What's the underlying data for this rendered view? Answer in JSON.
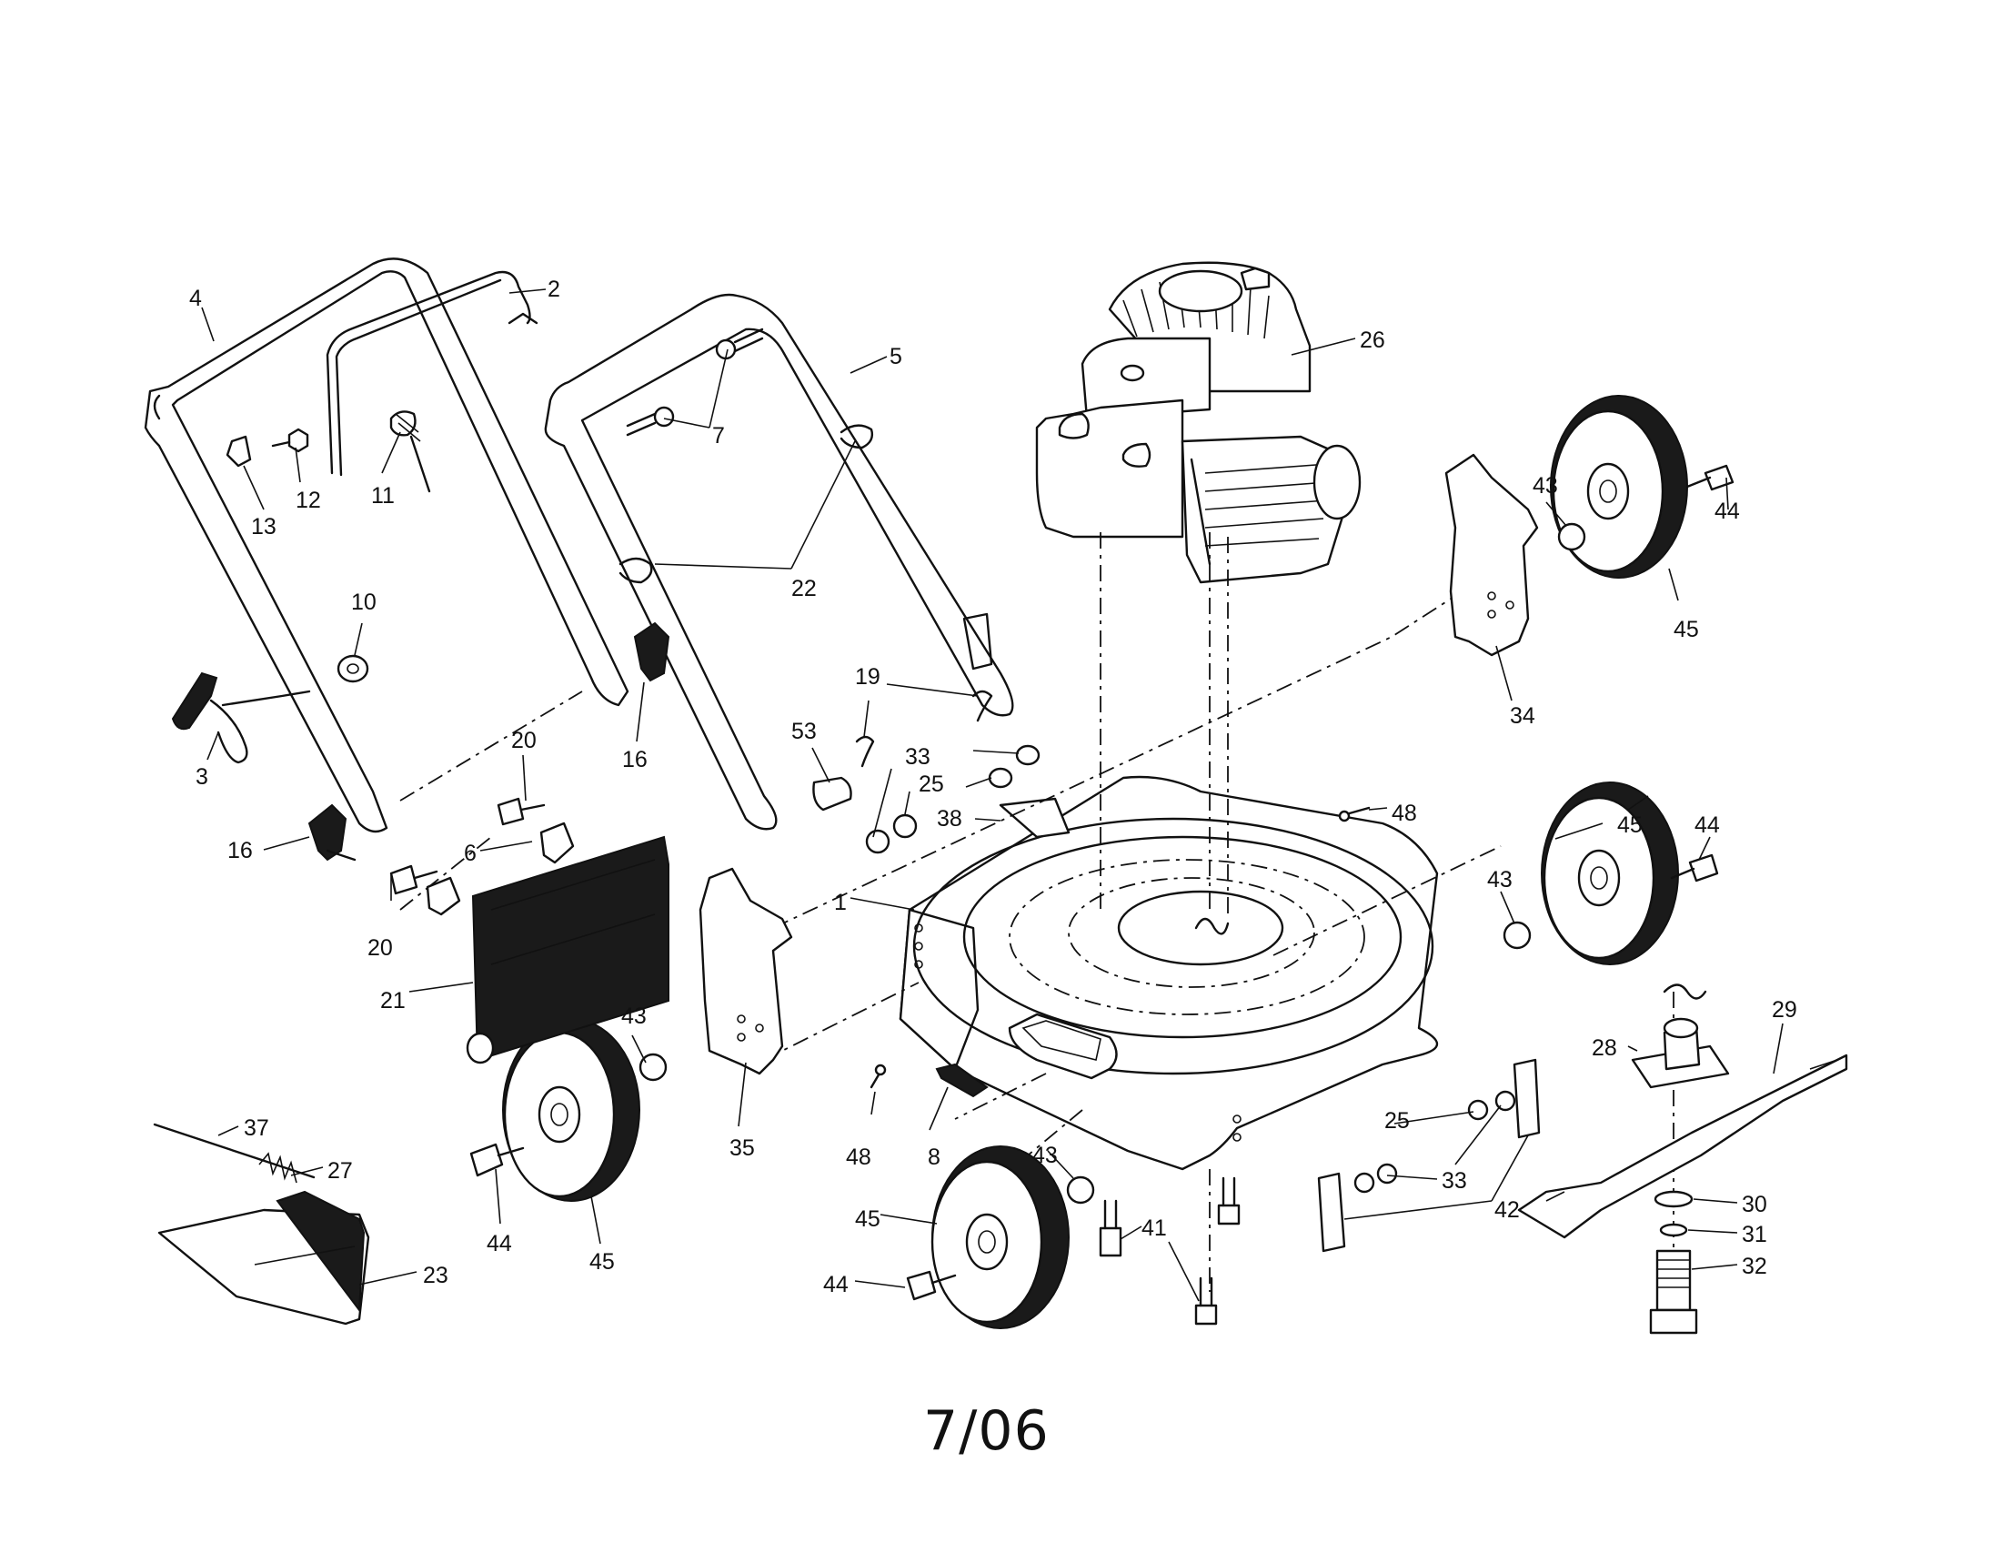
{
  "date_code": "7/06",
  "callouts": [
    {
      "id": "c4",
      "text": "4"
    },
    {
      "id": "c2",
      "text": "2"
    },
    {
      "id": "c5",
      "text": "5"
    },
    {
      "id": "c26",
      "text": "26"
    },
    {
      "id": "c7",
      "text": "7"
    },
    {
      "id": "c12",
      "text": "12"
    },
    {
      "id": "c11",
      "text": "11"
    },
    {
      "id": "c13",
      "text": "13"
    },
    {
      "id": "c22",
      "text": "22"
    },
    {
      "id": "c10",
      "text": "10"
    },
    {
      "id": "c3",
      "text": "3"
    },
    {
      "id": "c16a",
      "text": "16"
    },
    {
      "id": "c16b",
      "text": "16"
    },
    {
      "id": "c19",
      "text": "19"
    },
    {
      "id": "c20a",
      "text": "20"
    },
    {
      "id": "c20b",
      "text": "20"
    },
    {
      "id": "c53",
      "text": "53"
    },
    {
      "id": "c33a",
      "text": "33"
    },
    {
      "id": "c25a",
      "text": "25"
    },
    {
      "id": "c38",
      "text": "38"
    },
    {
      "id": "c48a",
      "text": "48"
    },
    {
      "id": "c6",
      "text": "6"
    },
    {
      "id": "c1",
      "text": "1"
    },
    {
      "id": "c21",
      "text": "21"
    },
    {
      "id": "c43a",
      "text": "43"
    },
    {
      "id": "c35",
      "text": "35"
    },
    {
      "id": "c48b",
      "text": "48"
    },
    {
      "id": "c8",
      "text": "8"
    },
    {
      "id": "c37",
      "text": "37"
    },
    {
      "id": "c27",
      "text": "27"
    },
    {
      "id": "c44a",
      "text": "44"
    },
    {
      "id": "c45a",
      "text": "45"
    },
    {
      "id": "c23",
      "text": "23"
    },
    {
      "id": "c43b",
      "text": "43"
    },
    {
      "id": "c45b",
      "text": "45"
    },
    {
      "id": "c44b",
      "text": "44"
    },
    {
      "id": "c41",
      "text": "41"
    },
    {
      "id": "c43c",
      "text": "43"
    },
    {
      "id": "c44c",
      "text": "44"
    },
    {
      "id": "c45c",
      "text": "45"
    },
    {
      "id": "c34",
      "text": "34"
    },
    {
      "id": "c43d",
      "text": "43"
    },
    {
      "id": "c45d",
      "text": "45"
    },
    {
      "id": "c44d",
      "text": "44"
    },
    {
      "id": "c25b",
      "text": "25"
    },
    {
      "id": "c33b",
      "text": "33"
    },
    {
      "id": "c42",
      "text": "42"
    },
    {
      "id": "c28",
      "text": "28"
    },
    {
      "id": "c29",
      "text": "29"
    },
    {
      "id": "c30",
      "text": "30"
    },
    {
      "id": "c31",
      "text": "31"
    },
    {
      "id": "c32",
      "text": "32"
    }
  ]
}
